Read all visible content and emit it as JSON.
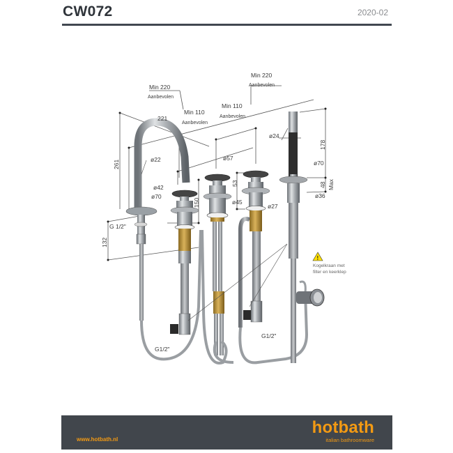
{
  "header": {
    "title": "CW072",
    "date": "2020-02"
  },
  "drawing": {
    "dimensions": {
      "min220_left": "Min 220",
      "aanbevolen_left": "Aanbevolen",
      "min220_right": "Min 220",
      "aanbevolen_right": "Aanbevolen",
      "min110_left": "Min 110",
      "aanbevolen_110_left": "Aanbevolen",
      "min110_right": "Min 110",
      "aanbevolen_110_right": "Aanbevolen",
      "spout_reach": "221",
      "spout_height": "261",
      "spout_diameter": "ø22",
      "spout_base_diameter": "ø70",
      "thread_spout": "G 1/2\"",
      "depth_132": "132",
      "handle_diameter_42": "ø42",
      "valve_height_150": "150",
      "handle_diameter_57": "ø57",
      "body_diameter_45": "ø45",
      "handle_height_53": "53",
      "body_diameter_27": "ø27",
      "shower_diameter_24": "ø24",
      "shower_length_178": "178",
      "shower_base_diameter_70": "ø70",
      "shower_max_48": "48",
      "max_label": "Max",
      "shower_body_diameter_36": "ø36",
      "thread_left": "G1/2\"",
      "thread_right": "G1/2\""
    },
    "warning": {
      "icon": "warning-triangle-icon",
      "line1": "Kogelkraan met",
      "line2": "filter en keerklep"
    }
  },
  "footer": {
    "url": "www.hotbath.nl",
    "brand": "hotbath",
    "tagline": "italian bathroomware",
    "background_color": "#41464c",
    "accent_color": "#f39a13"
  }
}
